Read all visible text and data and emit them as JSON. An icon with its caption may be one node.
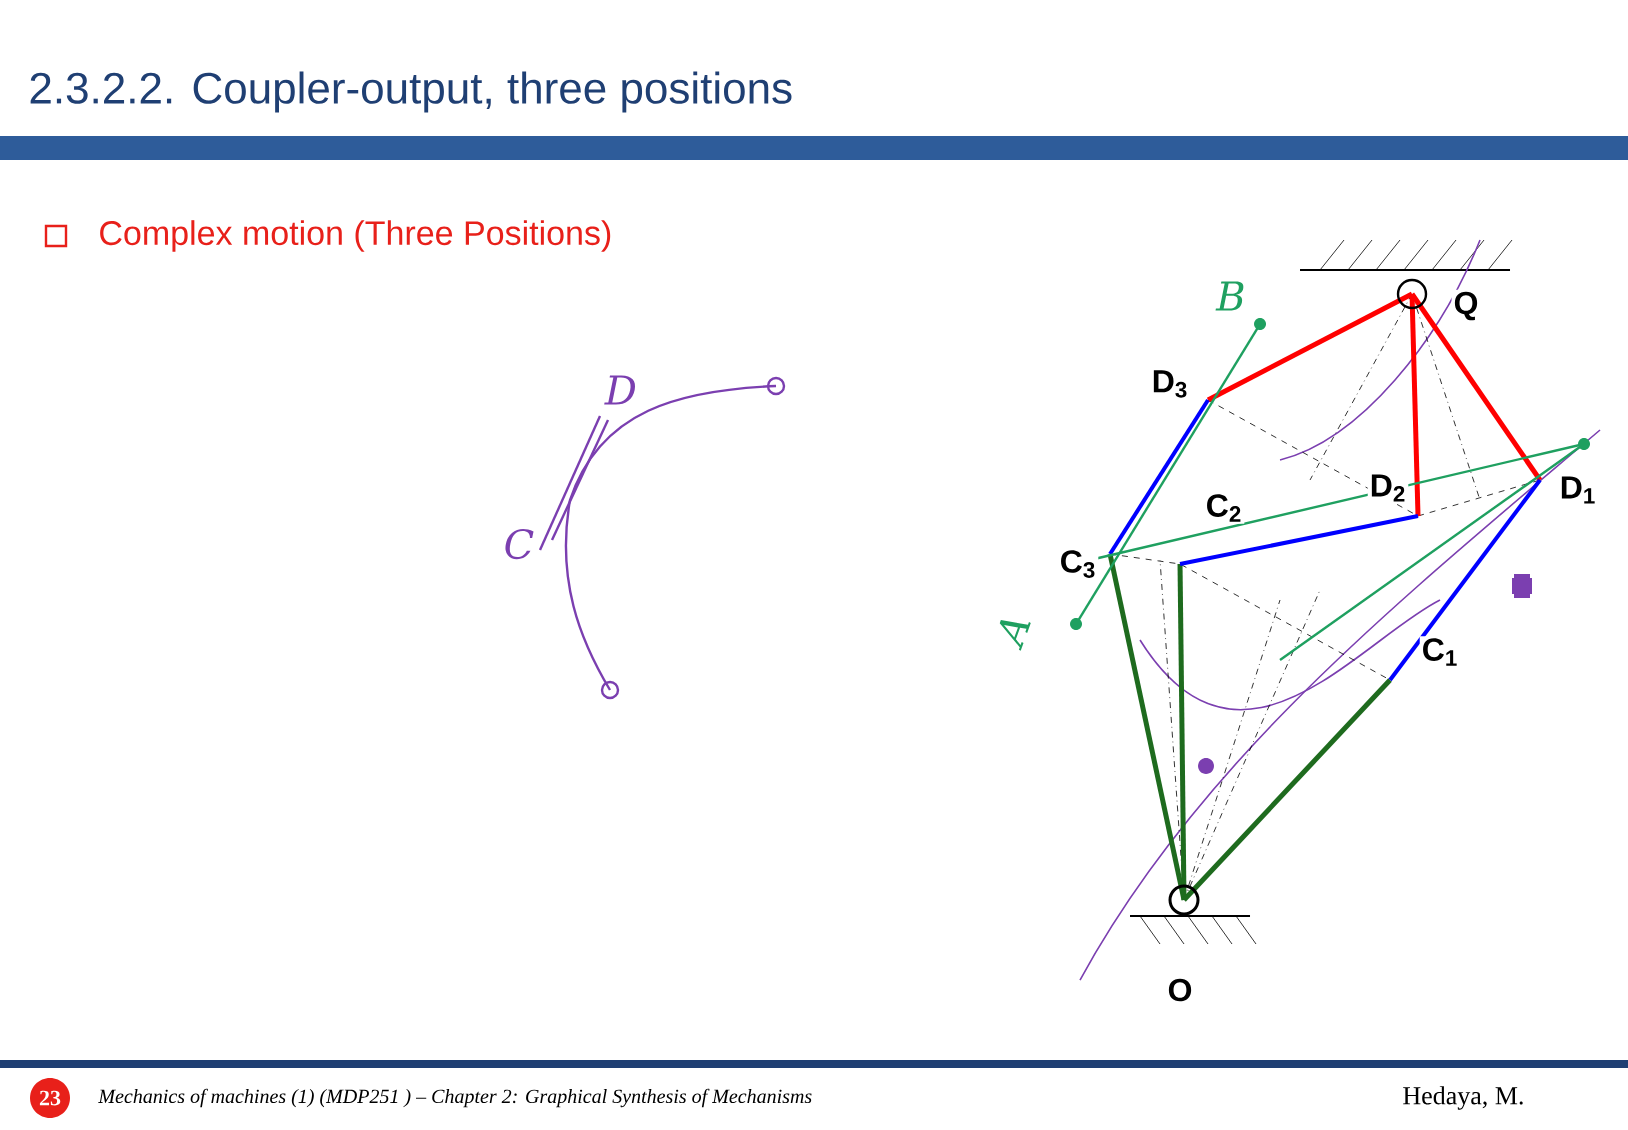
{
  "diagram": {
    "title": "2.3.2.2. Coupler-output, three positions",
    "labels": [
      "Complex motion (Three Positions)",
      "D",
      "B",
      "Q",
      "D$_{3}$",
      "C",
      "D$_{2}$",
      "D$_{1}$",
      "C$_{2}$",
      "C$_{3}$",
      "A",
      "C$_{1}$",
      "O",
      "23",
      "Mechanics of machines (1) (MDP251 ) – Chapter 2: Graphical Synthesis of Mechanisms",
      "Hedaya, M."
    ]
  }
}
